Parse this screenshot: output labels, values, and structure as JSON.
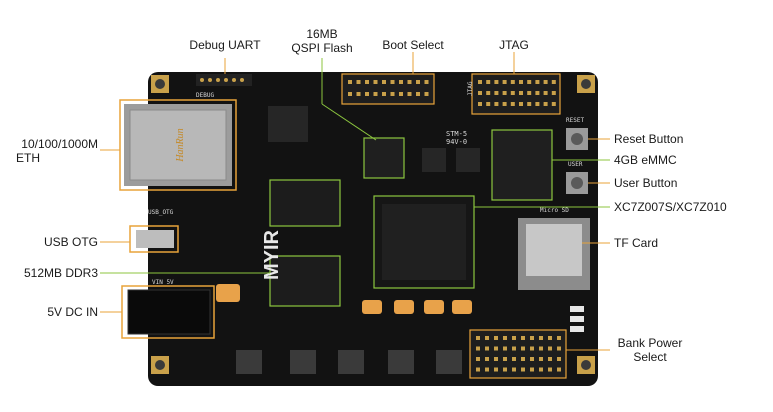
{
  "callouts": {
    "debug_uart": "Debug UART",
    "qspi_line1": "16MB",
    "qspi_line2": "QSPI Flash",
    "boot_select": "Boot Select",
    "jtag": "JTAG",
    "eth_line1": "10/100/1000M",
    "eth_line2": "ETH",
    "usb_otg": "USB OTG",
    "ddr3": "512MB DDR3",
    "dc_in": "5V DC IN",
    "reset_button": "Reset Button",
    "emmc": "4GB eMMC",
    "user_button": "User Button",
    "soc": "XC7Z007S/XC7Z010",
    "tf_card": "TF Card",
    "bank_line1": "Bank Power",
    "bank_line2": "Select"
  },
  "silkscreen": {
    "logo": "MYIR",
    "reset": "RESET",
    "user": "USER",
    "usb_otg": "USB_OTG",
    "jtag": "JTAG",
    "micro_sd": "Micro SD",
    "vin": "VIN 5V",
    "rj45_brand": "HanRun",
    "debug": "DEBUG",
    "stm": "STM-5",
    "rating": "94V-0"
  },
  "colors": {
    "board": "#111111",
    "accent_box": "#e8a33a",
    "leader_green": "#8cc63f",
    "leader_orange": "#e8a33a",
    "capacitor": "#e8a24a",
    "pad_gold": "#c9a14a"
  }
}
